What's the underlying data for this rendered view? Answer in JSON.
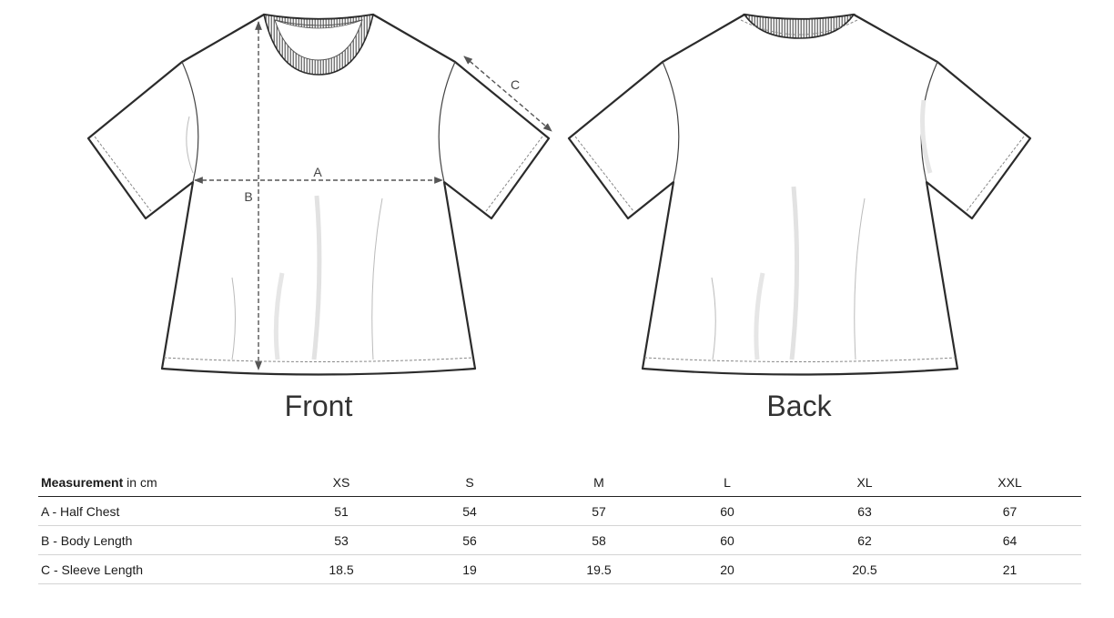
{
  "views": {
    "front_label": "Front",
    "back_label": "Back"
  },
  "dimension_labels": {
    "a": "A",
    "b": "B",
    "c": "C"
  },
  "table": {
    "header_bold": "Measurement",
    "header_unit": " in cm",
    "sizes": [
      "XS",
      "S",
      "M",
      "L",
      "XL",
      "XXL"
    ],
    "rows": [
      {
        "label": "A - Half Chest",
        "values": [
          "51",
          "54",
          "57",
          "60",
          "63",
          "67"
        ]
      },
      {
        "label": "B - Body Length",
        "values": [
          "53",
          "56",
          "58",
          "60",
          "62",
          "64"
        ]
      },
      {
        "label": "C - Sleeve Length",
        "values": [
          "18.5",
          "19",
          "19.5",
          "20",
          "20.5",
          "21"
        ]
      }
    ]
  },
  "colors": {
    "outline": "#2b2b2b",
    "dimension": "#555555",
    "rule": "#d4d4d4"
  }
}
